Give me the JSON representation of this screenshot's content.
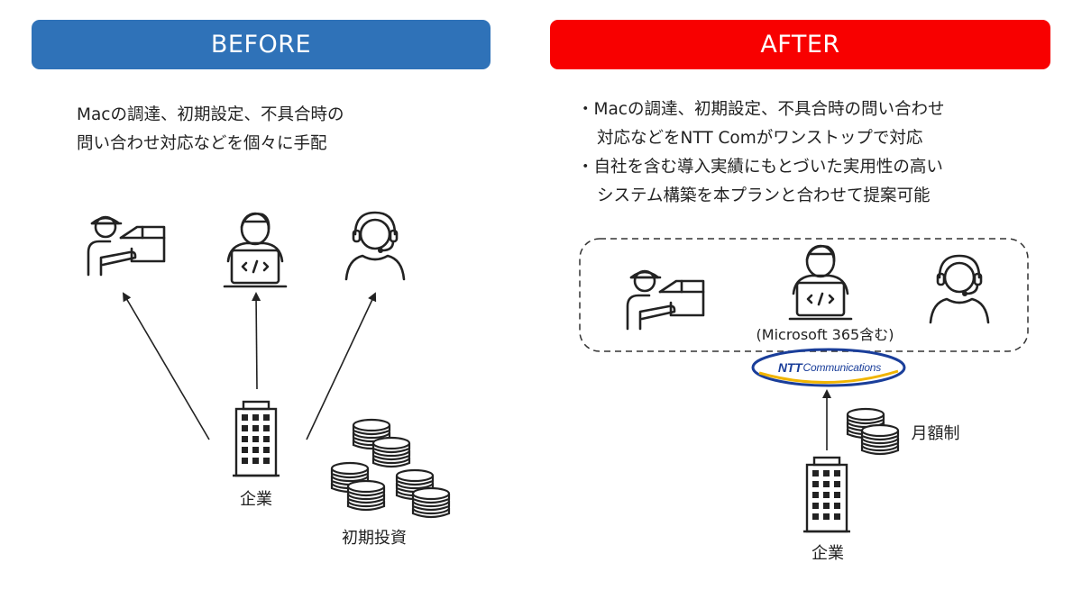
{
  "before": {
    "header": "BEFORE",
    "description_lines": [
      "Macの調達、初期設定、不具合時の",
      "問い合わせ対応などを個々に手配"
    ],
    "company_label": "企業",
    "investment_label": "初期投資"
  },
  "after": {
    "header": "AFTER",
    "bullets": [
      [
        "・Macの調達、初期設定、不具合時の問い合わせ",
        "対応などをNTT Comがワンストップで対応"
      ],
      [
        "・自社を含む導入実績にもとづいた実用性の高い",
        "システム構築を本プランと合わせて提案可能"
      ]
    ],
    "ms365_note": "(Microsoft 365含む)",
    "logo_text": {
      "mark": "NTT",
      "word": "Communications"
    },
    "monthly_label": "月額制",
    "company_label": "企業"
  },
  "colors": {
    "before": "#2f72b8",
    "after": "#f80000",
    "logo": "#1a3e9a",
    "logo_swoosh": "#f0b400"
  },
  "icons": [
    "delivery-person-icon",
    "developer-laptop-icon",
    "support-headset-icon",
    "office-building-icon",
    "coin-stack-icon"
  ]
}
